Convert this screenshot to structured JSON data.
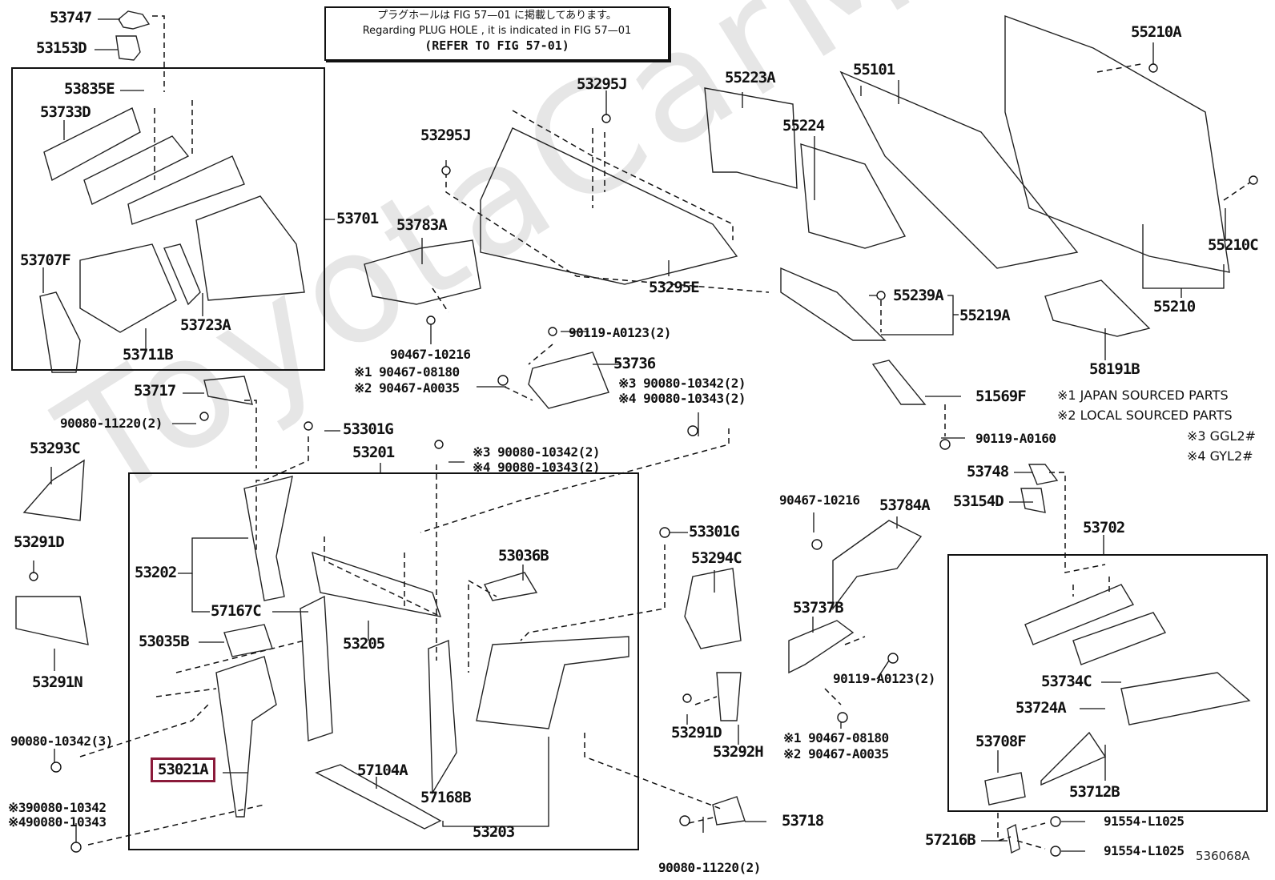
{
  "notice": {
    "line_jp": "プラグホールは FIG  57—01 に掲載してあります。",
    "line_en": "Regarding  PLUG  HOLE , it is indicated in FIG  57—01",
    "line_ref": "(REFER TO FIG 57-01)"
  },
  "figure_number": "536068A",
  "watermark": "ToyotaCarMine.ru",
  "highlighted_part": "53021A",
  "legend": {
    "n1": "※1  JAPAN SOURCED PARTS",
    "n2": "※2  LOCAL SOURCED PARTS",
    "n3": "※3  GGL2#",
    "n4": "※4  GYL2#"
  },
  "labels": {
    "p53747": "53747",
    "p53153D": "53153D",
    "p53835E": "53835E",
    "p53733D": "53733D",
    "p53701": "53701",
    "p53707F": "53707F",
    "p53723A": "53723A",
    "p53711B": "53711B",
    "p53717": "53717",
    "p90080_11220_a": "90080-11220(2)",
    "p53293C": "53293C",
    "p53291D_a": "53291D",
    "p53291N": "53291N",
    "p90080_10342_3": "90080-10342(3)",
    "p_s3_90080_10342": "※390080-10342",
    "p_s4_90080_10343": "※490080-10343",
    "p53295J_a": "53295J",
    "p53295J_b": "53295J",
    "p53295E": "53295E",
    "p53783A": "53783A",
    "p90467_10216_a": "90467-10216",
    "p_s1_90467_08180_a": "※1 90467-08180",
    "p_s2_90467_A0035_a": "※2 90467-A0035",
    "p90119_A0123_a": "90119-A0123(2)",
    "p53736": "53736",
    "p_s3_90080_10342_a": "※3 90080-10342(2)",
    "p_s4_90080_10343_a": "※4 90080-10343(2)",
    "p_s3_90080_10342_b": "※3 90080-10342(2)",
    "p_s4_90080_10343_b": "※4 90080-10343(2)",
    "p53301G_a": "53301G",
    "p53201": "53201",
    "p53202": "53202",
    "p57167C": "57167C",
    "p53035B": "53035B",
    "p53205": "53205",
    "p53036B": "53036B",
    "p53021A": "53021A",
    "p57104A": "57104A",
    "p57168B": "57168B",
    "p53203": "53203",
    "p53301G_b": "53301G",
    "p53294C": "53294C",
    "p53291D_b": "53291D",
    "p53292H": "53292H",
    "p53718": "53718",
    "p90080_11220_b": "90080-11220(2)",
    "p55223A": "55223A",
    "p55224": "55224",
    "p55101": "55101",
    "p55210A": "55210A",
    "p55210C": "55210C",
    "p55210": "55210",
    "p55239A": "55239A",
    "p55219A": "55219A",
    "p58191B": "58191B",
    "p51569F": "51569F",
    "p90119_A0160": "90119-A0160",
    "p90467_10216_b": "90467-10216",
    "p53784A": "53784A",
    "p53737B": "53737B",
    "p90119_A0123_b": "90119-A0123(2)",
    "p_s1_90467_08180_b": "※1 90467-08180",
    "p_s2_90467_A0035_b": "※2 90467-A0035",
    "p53748": "53748",
    "p53154D": "53154D",
    "p53702": "53702",
    "p53734C": "53734C",
    "p53724A": "53724A",
    "p53708F": "53708F",
    "p53712B": "53712B",
    "p57216B": "57216B",
    "p91554_L1025_a": "91554-L1025",
    "p91554_L1025_b": "91554-L1025"
  }
}
